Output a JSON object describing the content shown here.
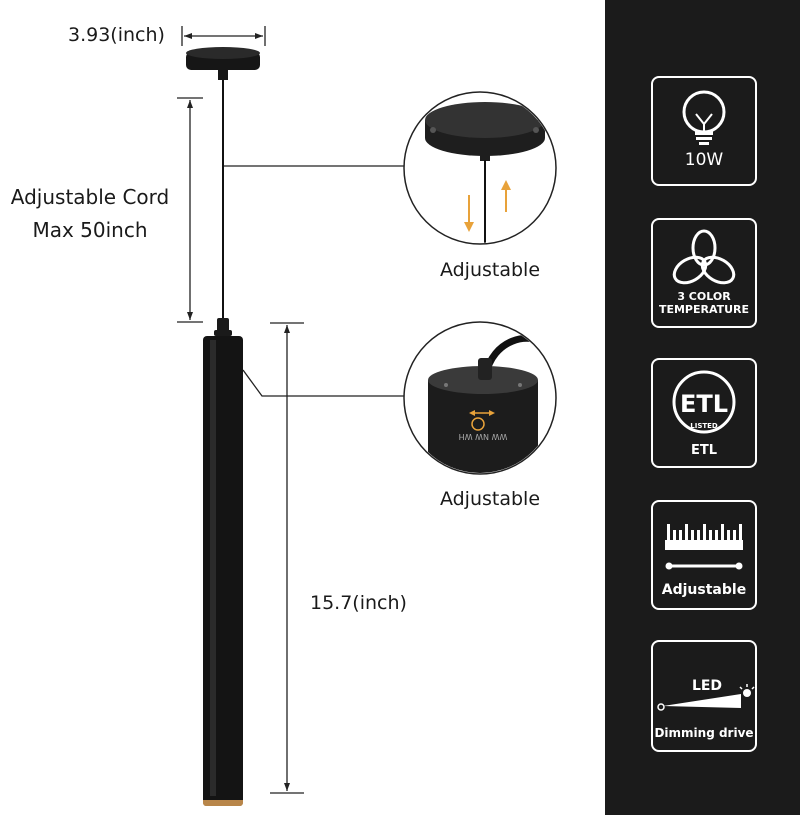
{
  "dimensions": {
    "canopy_width": "3.93(inch)",
    "cord_line1": "Adjustable Cord",
    "cord_line2": "Max 50inch",
    "tube_length": "15.7(inch)"
  },
  "callouts": [
    {
      "label": "Adjustable",
      "detail": "canopy-cord"
    },
    {
      "label": "Adjustable",
      "detail": "color-switch",
      "switch_text": "WW NW WH"
    }
  ],
  "features": [
    {
      "label": "10W",
      "icon": "bulb-icon"
    },
    {
      "label_line1": "3 COLOR",
      "label_line2": "TEMPERATURE",
      "icon": "color-temperature-icon"
    },
    {
      "label": "ETL",
      "icon": "etl-listed-icon",
      "badge_text": "ETL",
      "badge_sub": "LISTED"
    },
    {
      "label": "Adjustable",
      "icon": "ruler-icon"
    },
    {
      "label_top": "LED",
      "label": "Dimming drive",
      "icon": "dimming-icon"
    }
  ],
  "colors": {
    "sidebar_bg": "#1b1b1b",
    "accent_arrow": "#e8a23a",
    "fixture": "#141414",
    "brass": "#b8864a"
  }
}
